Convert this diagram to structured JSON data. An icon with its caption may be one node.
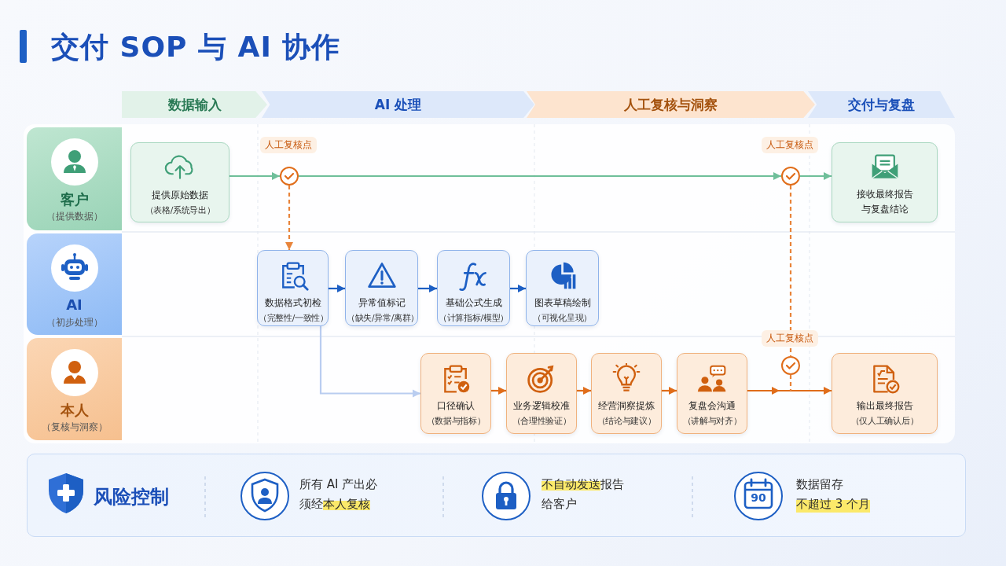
{
  "diagram": {
    "title": "交付 SOP 与 AI 协作",
    "nodes": [
      {
        "text": [
          "数据输入"
        ]
      },
      {
        "text": [
          "AI 处理"
        ]
      },
      {
        "text": [
          "人工复核与洞察"
        ]
      },
      {
        "text": [
          "交付与复盘"
        ]
      },
      {
        "text": [
          "客户",
          "（提供数据）"
        ]
      },
      {
        "text": [
          "AI",
          "（初步处理）"
        ]
      },
      {
        "text": [
          "本人",
          "（复核与洞察）"
        ]
      },
      {
        "text": [
          "提供原始数据",
          "（表格/系统导出）"
        ]
      },
      {
        "text": [],
        "shape": "circle",
        "beside": [
          "人工复核点"
        ]
      },
      {
        "text": [],
        "shape": "circle",
        "beside": [
          "人工复核点"
        ]
      },
      {
        "text": [
          "接收最终报告与复盘结论"
        ]
      },
      {
        "text": [
          "数据格式初检",
          "（完整性/一致性）"
        ]
      },
      {
        "text": [
          "异常值标记",
          "（缺失/异常/离群）"
        ]
      },
      {
        "text": [
          "基础公式生成",
          "（计算指标/模型）"
        ]
      },
      {
        "text": [
          "图表草稿绘制",
          "（可视化呈现）"
        ]
      },
      {
        "text": [
          "口径确认",
          "（数据与指标）"
        ]
      },
      {
        "text": [
          "业务逻辑校准",
          "（合理性验证）"
        ]
      },
      {
        "text": [
          "经营洞察提炼",
          "（结论与建议）"
        ]
      },
      {
        "text": [
          "复盘会沟通",
          "（讲解与对齐）"
        ]
      },
      {
        "text": [],
        "shape": "circle",
        "beside": [
          "人工复核点"
        ]
      },
      {
        "text": [
          "输出最终报告",
          "（仅人工确认后）"
        ]
      }
    ],
    "edges": [
      {
        "from": 7,
        "to": 8,
        "arrow": "to",
        "color": "#6fbf9a"
      },
      {
        "from": 8,
        "to": 9,
        "arrow": "to",
        "color": "#6fbf9a"
      },
      {
        "from": 9,
        "to": 10,
        "arrow": "to",
        "color": "#6fbf9a"
      },
      {
        "from": 8,
        "to": 11,
        "arrow": "to",
        "style": "dashed",
        "color": "#e8843a"
      },
      {
        "from": 11,
        "to": 12,
        "arrow": "to",
        "color": "#1d5fc4"
      },
      {
        "from": 12,
        "to": 13,
        "arrow": "to",
        "color": "#1d5fc4"
      },
      {
        "from": 13,
        "to": 14,
        "arrow": "to",
        "color": "#1d5fc4"
      },
      {
        "from": 11,
        "to": 15,
        "arrow": "to",
        "color": "#b9cdf0"
      },
      {
        "from": 15,
        "to": 16,
        "arrow": "to",
        "color": "#e06d1a"
      },
      {
        "from": 16,
        "to": 17,
        "arrow": "to",
        "color": "#e06d1a"
      },
      {
        "from": 17,
        "to": 18,
        "arrow": "to",
        "color": "#e06d1a"
      },
      {
        "from": 18,
        "to": 20,
        "arrow": "to",
        "color": "#e06d1a"
      },
      {
        "from": 9,
        "to": 19,
        "arrow": "none",
        "style": "dashed",
        "color": "#e8843a"
      },
      {
        "from": 19,
        "to": null,
        "arrow": "none",
        "style": "dashed",
        "color": "#e8843a"
      }
    ],
    "labels": [
      "风险控制",
      "所有 AI 产出必须经**本人复核**",
      "**不自动发送**报告给客户",
      "90",
      "数据留存**不超过 3 个月**"
    ]
  }
}
